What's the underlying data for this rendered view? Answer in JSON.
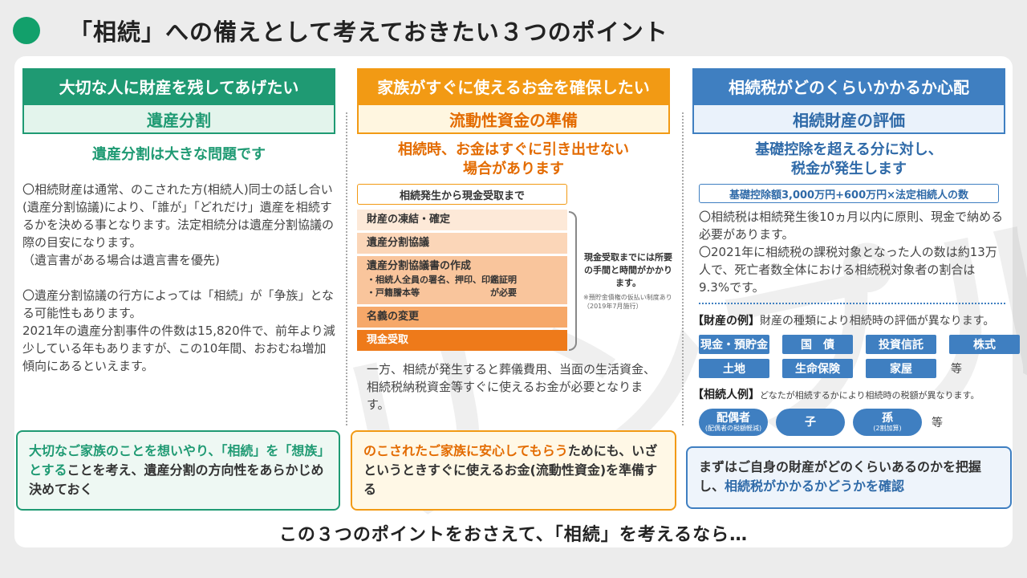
{
  "title": "「相続」への備えとして考えておきたい３つのポイント",
  "watermark": "リンプル",
  "col1": {
    "header": "大切な人に財産を残してあげたい",
    "sub": "遺産分割",
    "lead": "遺産分割は大きな問題です",
    "p1": "〇相続財産は通常、のこされた方(相続人)同士の話し合い(遺産分割協議)により、「誰が」「どれだけ」遺産を相続するかを決める事となります。法定相続分は遺産分割協議の際の目安になります。",
    "p2": "（遺言書がある場合は遺言書を優先)",
    "p3": "〇遺産分割協議の行方によっては「相続」が「争族」となる可能性もあります。",
    "p4": "2021年の遺産分割事件の件数は15,820件で、前年より減少している年もありますが、この10年間、おおむね増加傾向にあるといえます。",
    "box_a": "大切なご家族のことを想いやり、「相続」を「想族」とする",
    "box_b": "ことを考え、遺産分割の方向性をあらかじめ決めておく"
  },
  "col2": {
    "header": "家族がすぐに使えるお金を確保したい",
    "sub": "流動性資金の準備",
    "lead1": "相続時、お金はすぐに引き出せない",
    "lead2": "場合があります",
    "flow_head": "相続発生から現金受取まで",
    "steps": [
      "財産の凍結・確定",
      "遺産分割協議",
      "遺産分割協議書の作成",
      "名義の変更",
      "現金受取"
    ],
    "step3_sub1": "・相続人全員の署名、押印、印鑑証明",
    "step3_sub2": "・戸籍謄本等　　　　　　　　が必要",
    "note": "現金受取までには所要の手間と時間がかかります。",
    "note_small": "※預貯金債権の仮払い制度あり（2019年7月施行）",
    "body": "一方、相続が発生すると葬儀費用、当面の生活資金、相続税納税資金等すぐに使えるお金が必要となります。",
    "box_a": "のこされたご家族に安心してもらう",
    "box_b": "ためにも、いざというときすぐに使えるお金(流動性資金)を準備する"
  },
  "col3": {
    "header": "相続税がどのくらいかかるか心配",
    "sub": "相続財産の評価",
    "lead1": "基礎控除を超える分に対し、",
    "lead2": "税金が発生します",
    "formula": "基礎控除額3,000万円+600万円×法定相続人の数",
    "p1": "〇相続税は相続発生後10ヵ月以内に原則、現金で納める必要があります。",
    "p2": "〇2021年に相続税の課税対象となった人の数は約13万人で、死亡者数全体における相続税対象者の割合は9.3%です。",
    "ex1_title": "【財産の例】",
    "ex1_desc": "財産の種類により相続時の評価が異なります。",
    "assets": [
      "現金・預貯金",
      "国　債",
      "投資信託",
      "株式",
      "土地",
      "生命保険",
      "家屋"
    ],
    "etc": "等",
    "ex2_title": "【相続人例】",
    "ex2_desc": "どなたが相続するかにより相続時の税額が異なります。",
    "heirs": [
      {
        "label": "配偶者",
        "note": "(配偶者の税額軽減)"
      },
      {
        "label": "子",
        "note": ""
      },
      {
        "label": "孫",
        "note": "(2割加算)"
      }
    ],
    "box_a": "まずはご自身の財産がどのくらいあるのかを把握し、",
    "box_b": "相続税がかかるかどうかを確認"
  },
  "footer": "この３つのポイントをおさえて、「相続」を考えるなら…",
  "colors": {
    "green": "#1f9a73",
    "orange": "#f29a14",
    "blue": "#3f7fc1"
  }
}
